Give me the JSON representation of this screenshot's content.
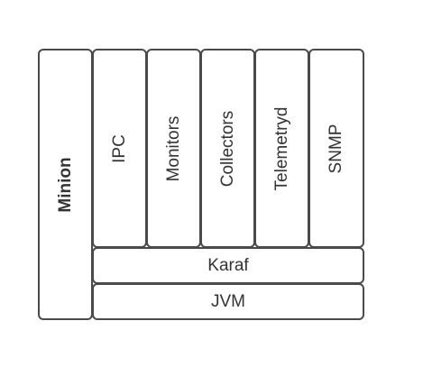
{
  "minion": {
    "label": "Minion"
  },
  "modules": [
    {
      "label": "IPC"
    },
    {
      "label": "Monitors"
    },
    {
      "label": "Collectors"
    },
    {
      "label": "Telemetryd"
    },
    {
      "label": "SNMP"
    }
  ],
  "layers": [
    {
      "label": "Karaf"
    },
    {
      "label": "JVM"
    }
  ],
  "colors": {
    "border": "#4a4a4a",
    "text": "#333333",
    "background": "#ffffff"
  }
}
